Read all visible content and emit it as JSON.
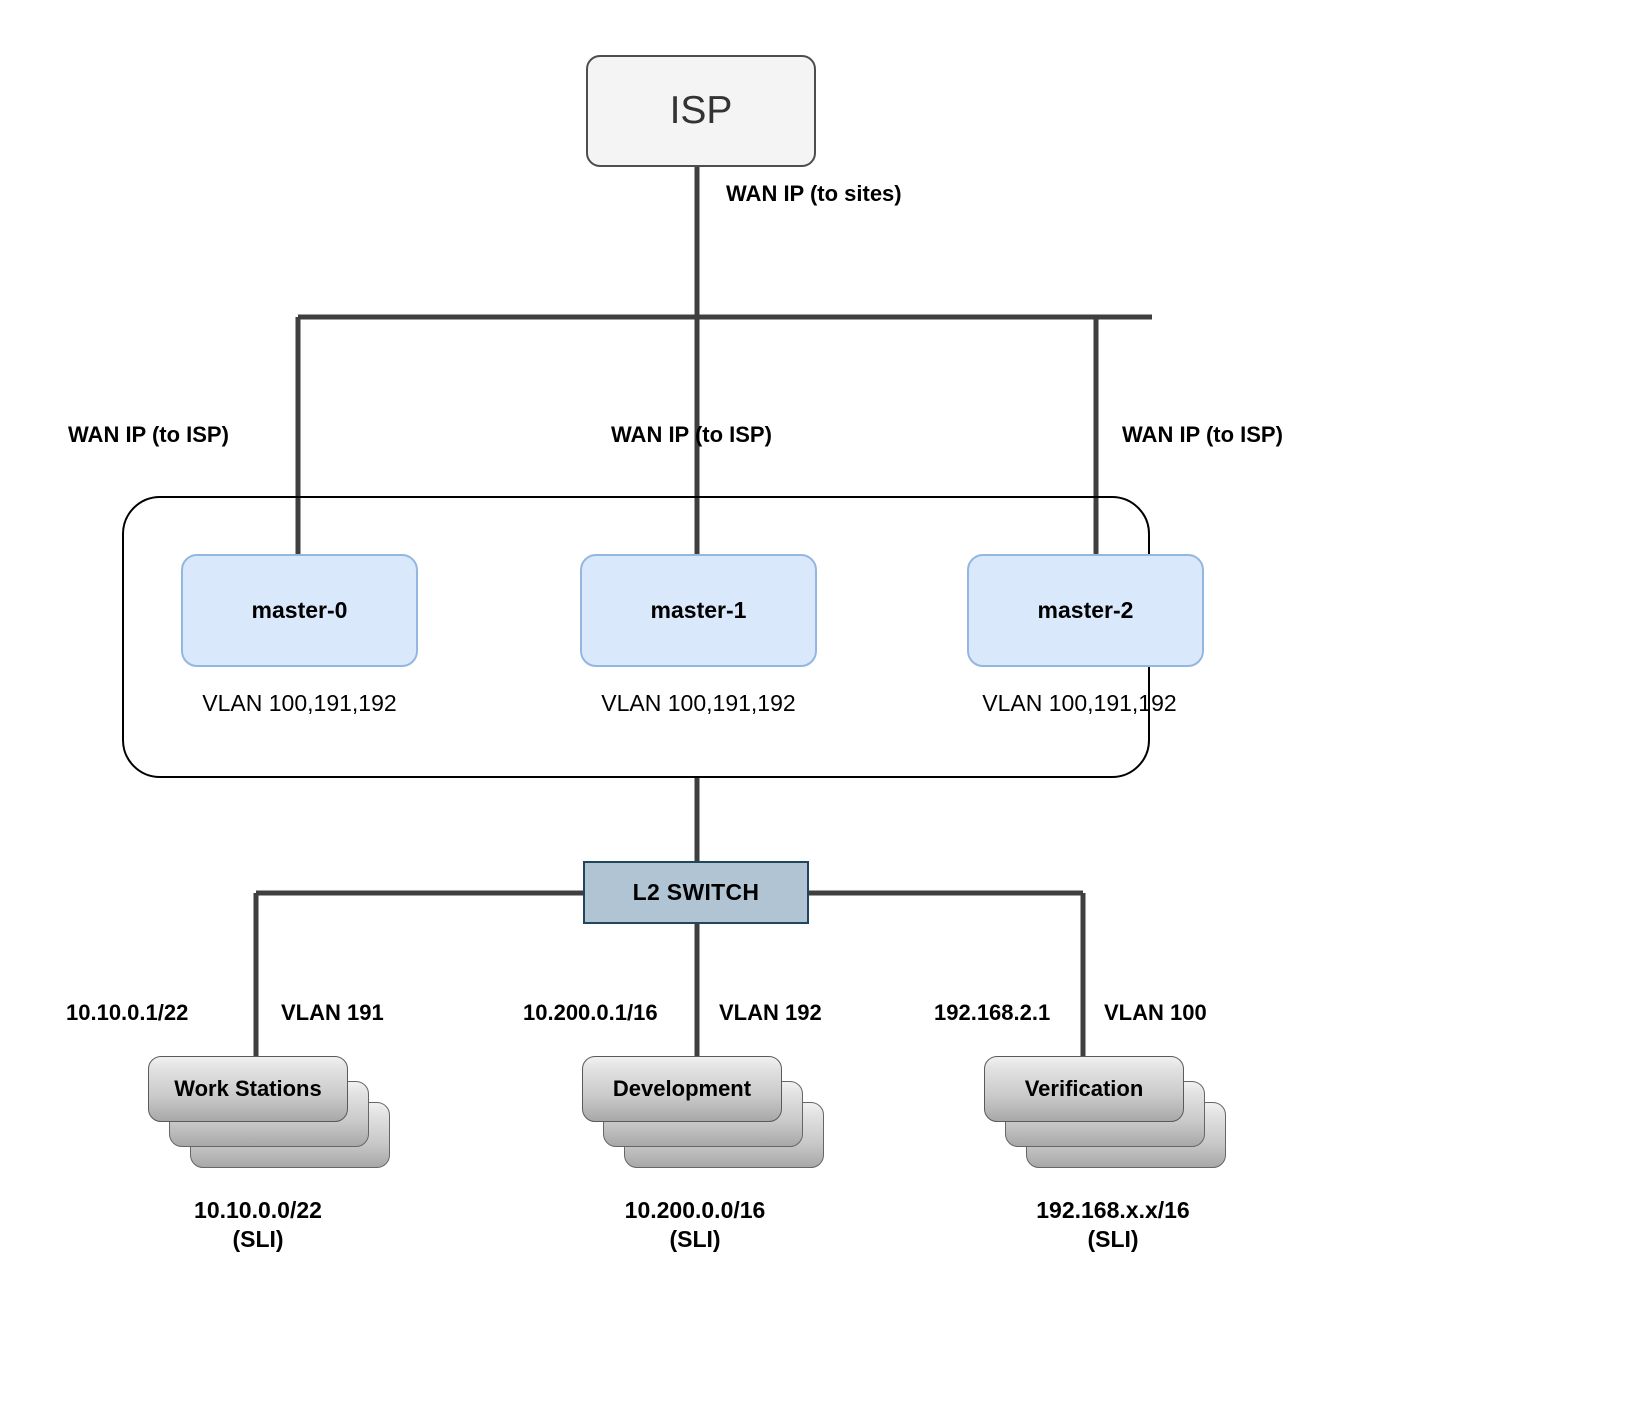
{
  "diagram": {
    "title": "Network topology: ISP to masters to L2 switch to host groups",
    "colors": {
      "isp_fill": "#f4f4f4",
      "isp_stroke": "#4d4d4d",
      "master_fill": "#dae8fc",
      "master_stroke": "#93b7e0",
      "switch_fill": "#b1c4d4",
      "switch_stroke": "#23445d",
      "wire": "#3f3f3f",
      "cluster_stroke": "#000000"
    }
  },
  "isp": {
    "label": "ISP",
    "uplink_label": "WAN IP (to sites)"
  },
  "wan_links": [
    {
      "label": "WAN IP (to ISP)"
    },
    {
      "label": "WAN IP (to ISP)"
    },
    {
      "label": "WAN IP (to ISP)"
    }
  ],
  "masters": [
    {
      "name": "master-0",
      "vlans": "VLAN 100,191,192"
    },
    {
      "name": "master-1",
      "vlans": "VLAN 100,191,192"
    },
    {
      "name": "master-2",
      "vlans": "VLAN 100,191,192"
    }
  ],
  "switch": {
    "label": "L2 SWITCH"
  },
  "host_groups": [
    {
      "name": "Work Stations",
      "gateway_ip": "10.10.0.1/22",
      "vlan": "VLAN 191",
      "subnet": "10.10.0.0/22",
      "subnet_note": "(SLI)"
    },
    {
      "name": "Development",
      "gateway_ip": "10.200.0.1/16",
      "vlan": "VLAN 192",
      "subnet": "10.200.0.0/16",
      "subnet_note": "(SLI)"
    },
    {
      "name": "Verification",
      "gateway_ip": "192.168.2.1",
      "vlan": "VLAN 100",
      "subnet": "192.168.x.x/16",
      "subnet_note": "(SLI)"
    }
  ]
}
